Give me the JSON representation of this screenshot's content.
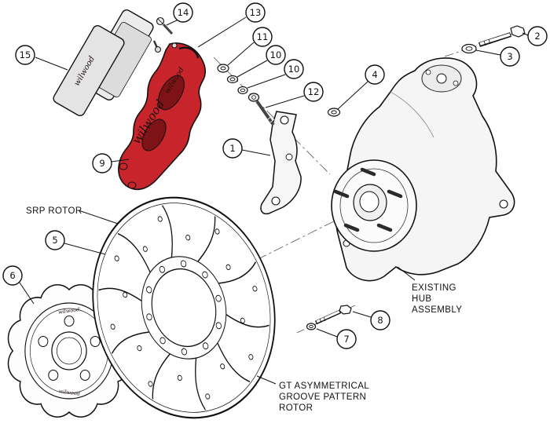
{
  "diagram": {
    "type": "exploded-parts-diagram",
    "brand_script": "wilwood",
    "colors": {
      "background": "#ffffff",
      "line": "#111111",
      "caliper_red": "#c8242b",
      "caliper_red_dark": "#7e1317",
      "metal_light": "#f5f5f5"
    },
    "callouts": [
      {
        "num": "1"
      },
      {
        "num": "2"
      },
      {
        "num": "3"
      },
      {
        "num": "4"
      },
      {
        "num": "5"
      },
      {
        "num": "6"
      },
      {
        "num": "7"
      },
      {
        "num": "8"
      },
      {
        "num": "9"
      },
      {
        "num": "10"
      },
      {
        "num": "10"
      },
      {
        "num": "11"
      },
      {
        "num": "12"
      },
      {
        "num": "13"
      },
      {
        "num": "14"
      },
      {
        "num": "15"
      }
    ],
    "labels": {
      "srp_rotor": "SRP ROTOR",
      "hub_line1": "EXISTING",
      "hub_line2": "HUB",
      "hub_line3": "ASSEMBLY",
      "gt_line1": "GT ASYMMETRICAL",
      "gt_line2": "GROOVE PATTERN",
      "gt_line3": "ROTOR"
    }
  }
}
